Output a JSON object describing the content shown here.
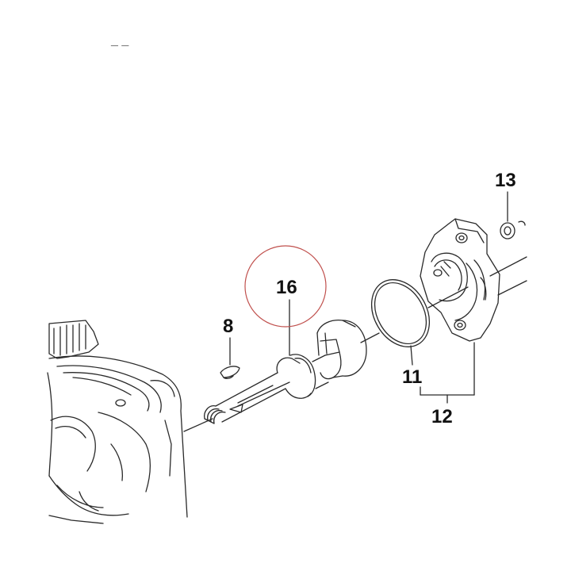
{
  "diagram": {
    "callouts": {
      "top_mark": "_ _",
      "part_8": "8",
      "part_11": "11",
      "part_12": "12",
      "part_13": "13",
      "part_16": "16"
    },
    "colors": {
      "line": "#2a2a2a",
      "highlight_circle": "#c0504d",
      "background": "#ffffff"
    }
  }
}
